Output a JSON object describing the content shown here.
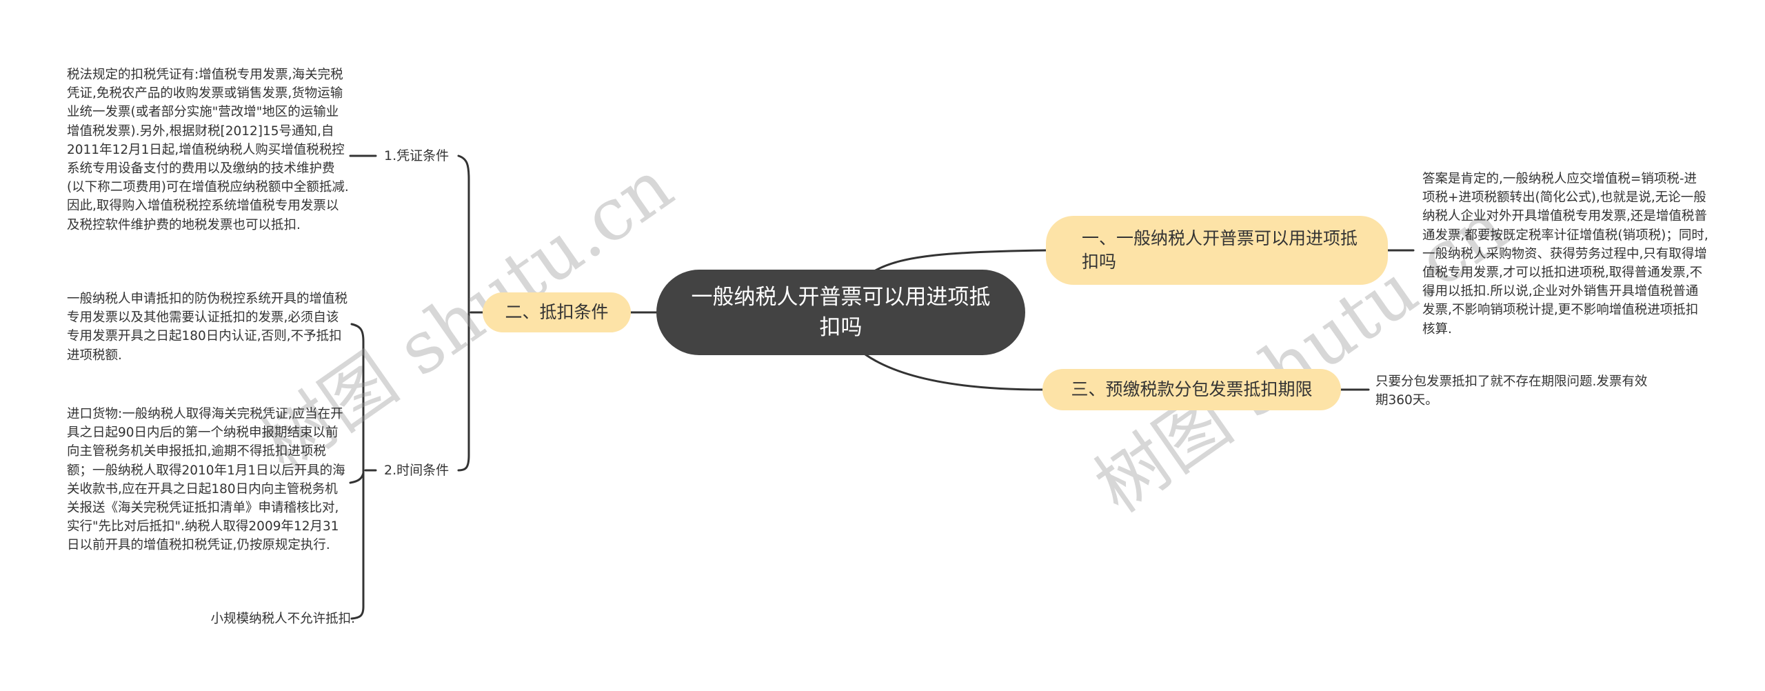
{
  "mindmap": {
    "root": {
      "label": "一般纳税人开普票可以用进项抵扣吗"
    },
    "branches": [
      {
        "label": "一、一般纳税人开普票可以用进项抵扣吗",
        "side": "right",
        "leaves": [
          {
            "text": "答案是肯定的,一般纳税人应交增值税=销项税-进项税+进项税额转出(简化公式),也就是说,无论一般纳税人企业对外开具增值税专用发票,还是增值税普通发票,都要按既定税率计征增值税(销项税)；同时,一般纳税人采购物资、获得劳务过程中,只有取得增值税专用发票,才可以抵扣进项税,取得普通发票,不得用以抵扣.所以说,企业对外销售开具增值税普通发票,不影响销项税计提,更不影响增值税进项抵扣核算."
          }
        ]
      },
      {
        "label": "二、抵扣条件",
        "side": "left",
        "children": [
          {
            "label": "1.凭证条件",
            "leaves": [
              {
                "text": "税法规定的扣税凭证有:增值税专用发票,海关完税凭证,免税农产品的收购发票或销售发票,货物运输业统一发票(或者部分实施\"营改增\"地区的运输业增值税发票).另外,根据财税[2012]15号通知,自2011年12月1日起,增值税纳税人购买增值税税控系统专用设备支付的费用以及缴纳的技术维护费(以下称二项费用)可在增值税应纳税额中全额抵减.因此,取得购入增值税税控系统增值税专用发票以及税控软件维护费的地税发票也可以抵扣."
              }
            ]
          },
          {
            "label": "2.时间条件",
            "leaves": [
              {
                "text": "一般纳税人申请抵扣的防伪税控系统开具的增值税专用发票以及其他需要认证抵扣的发票,必须自该专用发票开具之日起180日内认证,否则,不予抵扣进项税额."
              },
              {
                "text": "进口货物:一般纳税人取得海关完税凭证,应当在开具之日起90日内后的第一个纳税申报期结束以前向主管税务机关申报抵扣,逾期不得抵扣进项税额；一般纳税人取得2010年1月1日以后开具的海关收款书,应在开具之日起180日内向主管税务机关报送《海关完税凭证抵扣清单》申请稽核比对,实行\"先比对后抵扣\".纳税人取得2009年12月31日以前开具的增值税扣税凭证,仍按原规定执行."
              },
              {
                "text": "小规模纳税人不允许抵扣."
              }
            ]
          }
        ]
      },
      {
        "label": "三、预缴税款分包发票抵扣期限",
        "side": "right",
        "leaves": [
          {
            "text": "只要分包发票抵扣了就不存在期限问题.发票有效期360天。"
          }
        ]
      }
    ]
  },
  "colors": {
    "root_bg": "#434343",
    "root_text": "#ffffff",
    "branch_bg": "#fde3a7",
    "line": "#333333",
    "text": "#333333",
    "watermark": "#b0b0b0"
  },
  "watermarks": [
    "树图 shutu.cn",
    "树图 shutu.cn"
  ]
}
